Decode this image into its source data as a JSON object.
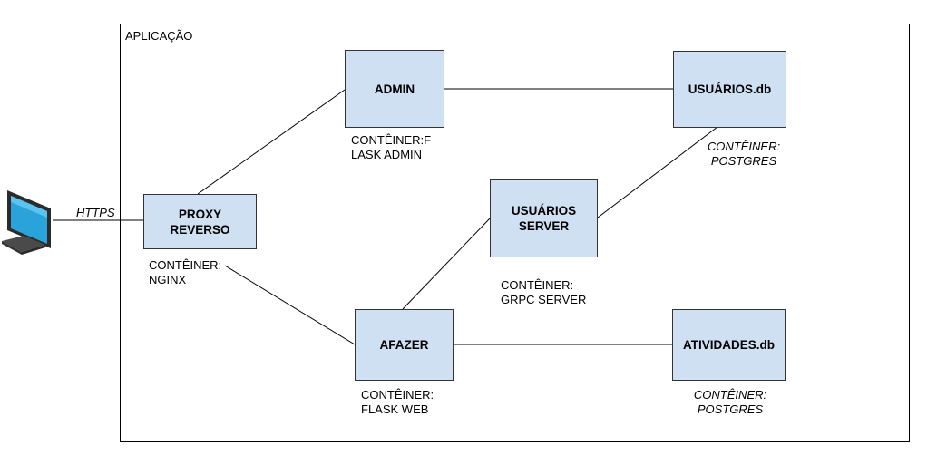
{
  "app": {
    "label": "APLICAÇÃO"
  },
  "client": {
    "icon": "monitor-icon",
    "protocol_label": "HTTPS"
  },
  "nodes": {
    "proxy": {
      "label": "PROXY\nREVERSO",
      "caption": "CONTÊINER:\nNGINX"
    },
    "admin": {
      "label": "ADMIN",
      "caption": "CONTÊINER:F\nLASK ADMIN"
    },
    "usuarios_db": {
      "label": "USUÁRIOS.db",
      "caption": "CONTÊINER:\nPOSTGRES"
    },
    "usuarios_server": {
      "label": "USUÁRIOS\nSERVER",
      "caption": "CONTÊINER:\nGRPC SERVER"
    },
    "afazer": {
      "label": "AFAZER",
      "caption": "CONTÊINER:\nFLASK WEB"
    },
    "atividades_db": {
      "label": "ATIVIDADES.db",
      "caption": "CONTÊINER:\nPOSTGRES"
    }
  },
  "colors": {
    "node_fill": "#cfe0f2",
    "node_border": "#333333",
    "line": "#000000",
    "monitor_screen": "#29a3d9"
  }
}
